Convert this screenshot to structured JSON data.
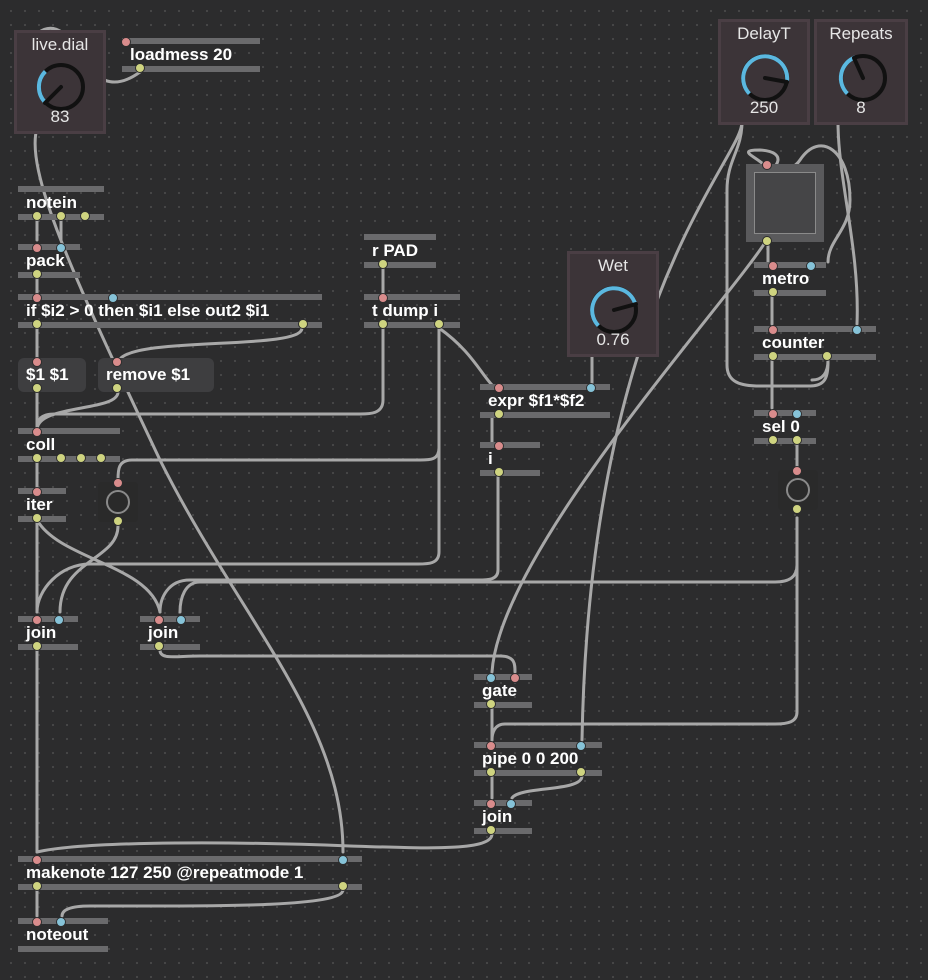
{
  "patcher": {
    "objects": {
      "loadmess": "loadmess 20",
      "notein": "notein",
      "pack": "pack",
      "if": "if $i2 > 0 then $i1 else out2 $i1",
      "msg_dup": "$1 $1",
      "msg_remove": "remove $1",
      "coll": "coll",
      "iter": "iter",
      "join1": "join",
      "join2": "join",
      "r_pad": "r PAD",
      "t_dump": "t dump i",
      "expr": "expr $f1*$f2",
      "i": "i",
      "gate": "gate",
      "pipe": "pipe 0 0 200",
      "join3": "join",
      "makenote": "makenote 127 250 @repeatmode 1",
      "noteout": "noteout",
      "metro": "metro",
      "counter": "counter",
      "sel": "sel 0"
    },
    "dials": {
      "livedial": {
        "label": "live.dial",
        "value": "83"
      },
      "delayt": {
        "label": "DelayT",
        "value": "250"
      },
      "repeats": {
        "label": "Repeats",
        "value": "8"
      },
      "wet": {
        "label": "Wet",
        "value": "0.76"
      }
    }
  },
  "colors": {
    "background": "#2c2c2d",
    "object_bar": "#6a6a6c",
    "cord": "#a8a8a8",
    "inlet_hot": "#d98c8c",
    "inlet_cold": "#86c3d8",
    "outlet": "#cfd480",
    "dial_accent": "#5bb8e0",
    "dial_track": "#111111"
  }
}
